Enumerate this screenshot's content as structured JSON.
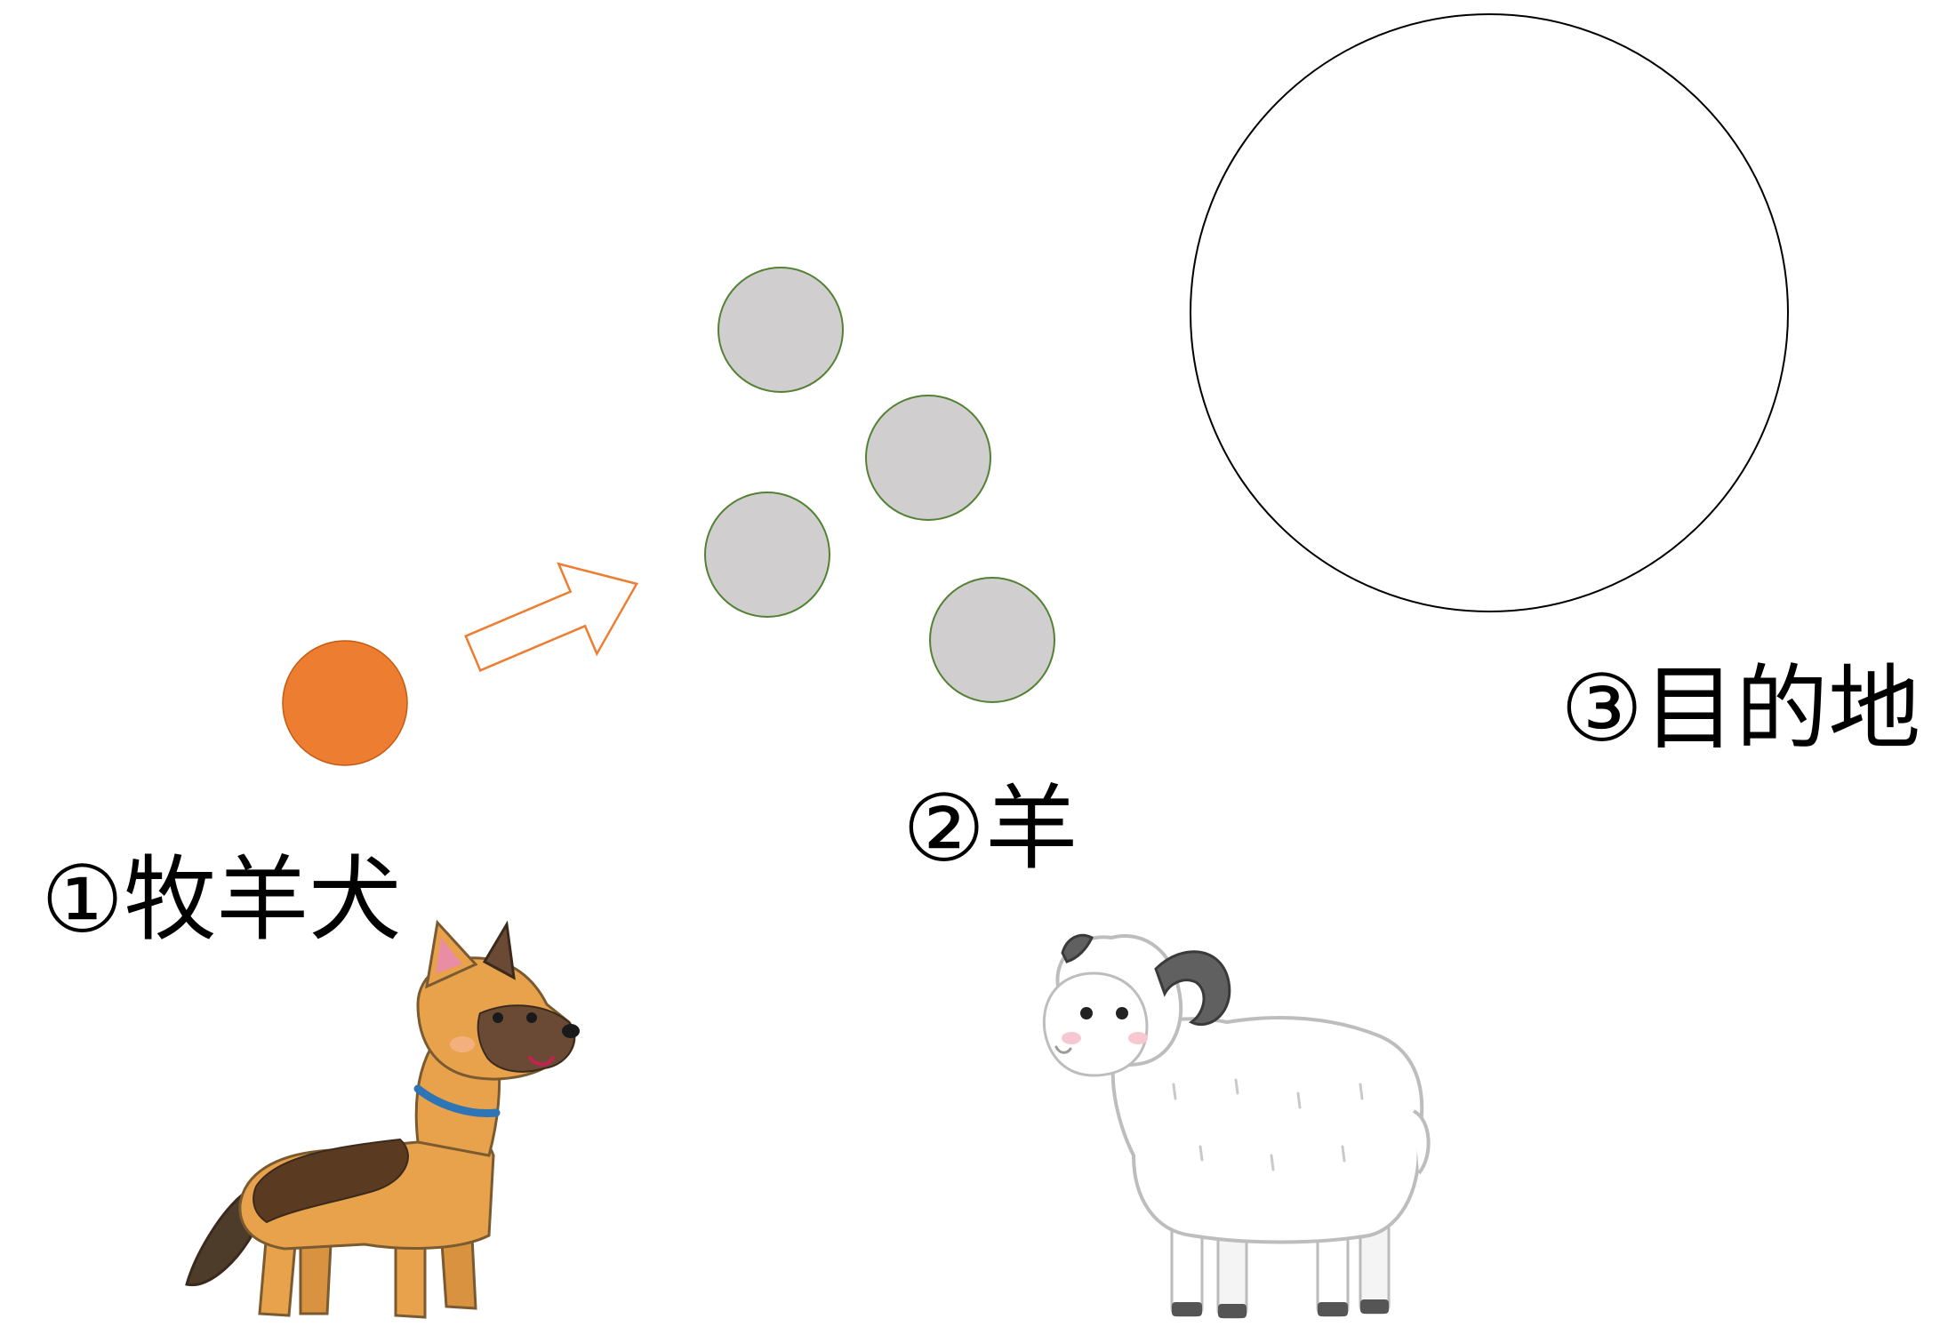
{
  "labels": {
    "dog": "①牧羊犬",
    "sheep": "②羊",
    "goal": "③目的地"
  },
  "colors": {
    "dog_circle": "#ED7D31",
    "sheep_fill": "#D0CECE",
    "sheep_stroke": "#548235",
    "arrow_stroke": "#ED7D31",
    "goal_stroke": "#000000"
  },
  "icons": {
    "dog": "german-shepherd-illustration",
    "sheep": "ram-sheep-illustration",
    "arrow": "hollow-arrow-icon"
  }
}
